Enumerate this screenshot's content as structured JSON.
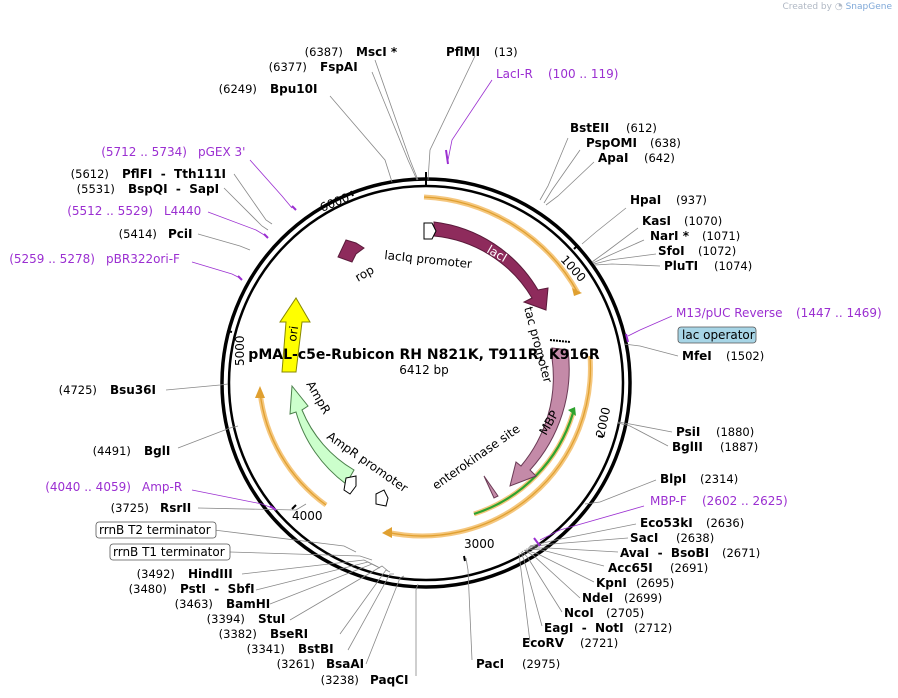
{
  "credit": {
    "prefix": "Created by",
    "brand": "SnapGene"
  },
  "plasmid": {
    "name": "pMAL-c5e-Rubicon RH N821K, T911R, K916R",
    "size_label": "6412 bp",
    "length": 6412
  },
  "colors": {
    "backbone": "#000000",
    "primer": "#9b2fd1",
    "lacI": "#8e2b5c",
    "rop": "#8e2b5c",
    "MBP": "#c48aa8",
    "ori": "#ffff00",
    "AmpR": "#ccffcc",
    "promoter": "#ffffff",
    "orf_highlight": "#f5c77e",
    "orf_stroke": "#e0a030",
    "green_orf": "#2fa32f",
    "lac_operator_box": "#a7d5e6"
  },
  "ticks": [
    "1000",
    "2000",
    "3000",
    "4000",
    "5000",
    "6000"
  ],
  "sites": [
    {
      "name": "MscI *",
      "pos": "(6387)"
    },
    {
      "name": "FspAI",
      "pos": "(6377)"
    },
    {
      "name": "Bpu10I",
      "pos": "(6249)"
    },
    {
      "name": "PflMI",
      "pos": "(13)"
    },
    {
      "name": "BstEII",
      "pos": "(612)"
    },
    {
      "name": "PspOMI",
      "pos": "(638)"
    },
    {
      "name": "ApaI",
      "pos": "(642)"
    },
    {
      "name": "HpaI",
      "pos": "(937)"
    },
    {
      "name": "KasI",
      "pos": "(1070)"
    },
    {
      "name": "NarI *",
      "pos": "(1071)"
    },
    {
      "name": "SfoI",
      "pos": "(1072)"
    },
    {
      "name": "PluTI",
      "pos": "(1074)"
    },
    {
      "name": "MfeI",
      "pos": "(1502)"
    },
    {
      "name": "PsiI",
      "pos": "(1880)"
    },
    {
      "name": "BglII",
      "pos": "(1887)"
    },
    {
      "name": "BlpI",
      "pos": "(2314)"
    },
    {
      "name": "Eco53kI",
      "pos": "(2636)"
    },
    {
      "name": "SacI",
      "pos": "(2638)"
    },
    {
      "name": "AvaI  -  BsoBI",
      "pos": "(2671)"
    },
    {
      "name": "Acc65I",
      "pos": "(2691)"
    },
    {
      "name": "KpnI",
      "pos": "(2695)"
    },
    {
      "name": "NdeI",
      "pos": "(2699)"
    },
    {
      "name": "NcoI",
      "pos": "(2705)"
    },
    {
      "name": "EagI  -  NotI",
      "pos": "(2712)"
    },
    {
      "name": "EcoRV",
      "pos": "(2721)"
    },
    {
      "name": "PacI",
      "pos": "(2975)"
    },
    {
      "name": "PaqCI",
      "pos": "(3238)"
    },
    {
      "name": "BsaAI",
      "pos": "(3261)"
    },
    {
      "name": "BstBI",
      "pos": "(3341)"
    },
    {
      "name": "BseRI",
      "pos": "(3382)"
    },
    {
      "name": "StuI",
      "pos": "(3394)"
    },
    {
      "name": "BamHI",
      "pos": "(3463)"
    },
    {
      "name": "PstI  -  SbfI",
      "pos": "(3480)"
    },
    {
      "name": "HindIII",
      "pos": "(3492)"
    },
    {
      "name": "RsrII",
      "pos": "(3725)"
    },
    {
      "name": "BglI",
      "pos": "(4491)"
    },
    {
      "name": "Bsu36I",
      "pos": "(4725)"
    },
    {
      "name": "PciI",
      "pos": "(5414)"
    },
    {
      "name": "BspQI  -  SapI",
      "pos": "(5531)"
    },
    {
      "name": "PflFI  -  Tth111I",
      "pos": "(5612)"
    }
  ],
  "primers": [
    {
      "name": "LacI-R",
      "range": "(100 .. 119)"
    },
    {
      "name": "M13/pUC Reverse",
      "range": "(1447 .. 1469)"
    },
    {
      "name": "MBP-F",
      "range": "(2602 .. 2625)"
    },
    {
      "name": "Amp-R",
      "range": "(4040 .. 4059)"
    },
    {
      "name": "pBR322ori-F",
      "range": "(5259 .. 5278)"
    },
    {
      "name": "L4440",
      "range": "(5512 .. 5529)"
    },
    {
      "name": "pGEX 3'",
      "range": "(5712 .. 5734)"
    }
  ],
  "boxed_labels": [
    "lac operator",
    "rrnB T2 terminator",
    "rrnB T1 terminator"
  ],
  "features": {
    "lacI": "lacI",
    "lacIq_promoter": "lacIq promoter",
    "rop": "rop",
    "tac_promoter": "tac promoter",
    "MBP": "MBP",
    "enterokinase_site": "enterokinase site",
    "ori": "ori",
    "AmpR": "AmpR",
    "AmpR_promoter": "AmpR promoter"
  }
}
